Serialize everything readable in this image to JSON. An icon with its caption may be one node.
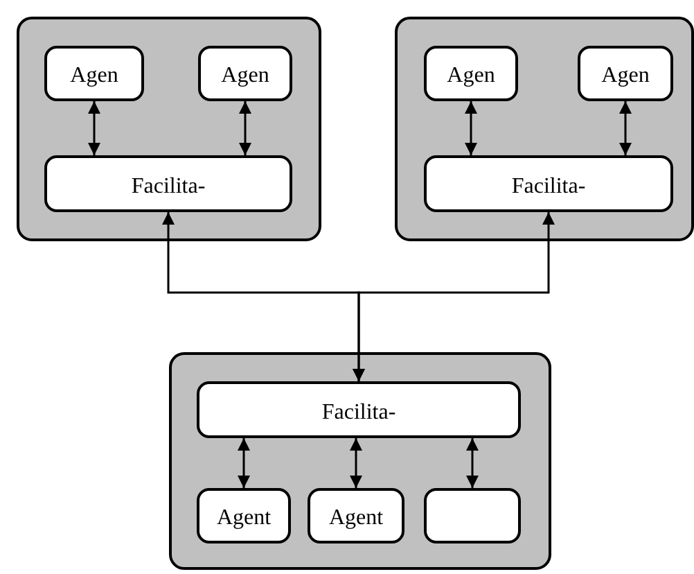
{
  "diagram": {
    "nodes": [
      {
        "text": [],
        "shape": "box"
      },
      {
        "text": [
          "Agen"
        ],
        "in": 0
      },
      {
        "text": [
          "Agen"
        ],
        "in": 0
      },
      {
        "text": [
          "Facilita-"
        ],
        "in": 0
      },
      {
        "text": [],
        "shape": "box"
      },
      {
        "text": [
          "Agen"
        ],
        "in": 4
      },
      {
        "text": [
          "Agen"
        ],
        "in": 4
      },
      {
        "text": [
          "Facilita-"
        ],
        "in": 4
      },
      {
        "text": [],
        "shape": "box"
      },
      {
        "text": [
          "Facilita-"
        ],
        "in": 8
      },
      {
        "text": [
          "Agent"
        ],
        "in": 8
      },
      {
        "text": [
          "Agent"
        ],
        "in": 8
      },
      {
        "text": [],
        "shape": "box",
        "in": 8
      }
    ],
    "edges": [
      {
        "from": 1,
        "to": 3,
        "arrow": "both"
      },
      {
        "from": 2,
        "to": 3,
        "arrow": "both"
      },
      {
        "from": 5,
        "to": 7,
        "arrow": "both"
      },
      {
        "from": 6,
        "to": 7,
        "arrow": "both"
      },
      {
        "from": 3,
        "to": 9,
        "arrow": "both"
      },
      {
        "from": 7,
        "to": 9,
        "arrow": "both"
      },
      {
        "from": 9,
        "to": 10,
        "arrow": "both"
      },
      {
        "from": 9,
        "to": 11,
        "arrow": "both"
      },
      {
        "from": 9,
        "to": 12,
        "arrow": "both"
      }
    ]
  }
}
